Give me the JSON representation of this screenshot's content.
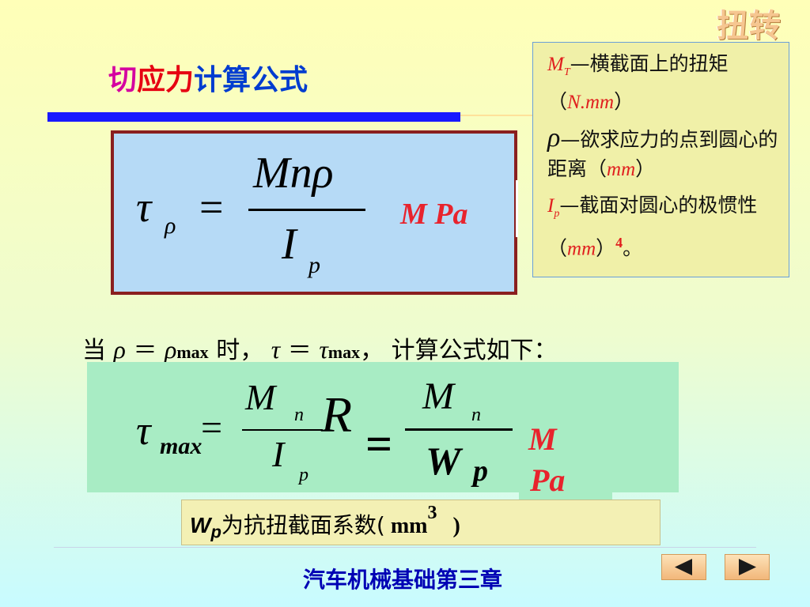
{
  "corner_title": "扭转",
  "heading": {
    "part1": "切",
    "part2": "应力",
    "part3": "计算公式"
  },
  "notes": {
    "mt_symbol": "M",
    "mt_sub": "T",
    "mt_text": "—横截面上的扭矩（",
    "mt_unit": "N.mm",
    "mt_close": "）",
    "rho_symbol": "ρ",
    "rho_text": "—欲求应力的点到圆心的距离（",
    "rho_unit": "mm",
    "rho_close": "）",
    "ip_symbol": "I",
    "ip_sub": "p",
    "ip_text": "—截面对圆心的极惯性（",
    "ip_unit": "mm",
    "ip_close": "）",
    "ip_exp": "4",
    "ip_end": "。"
  },
  "formula1": {
    "lhs": "τ",
    "lhs_sub": "ρ",
    "equals": "=",
    "num": "Mnρ",
    "den": "I",
    "den_sub": "p",
    "unit": "M Pa"
  },
  "condition": {
    "prefix": "当",
    "rho": "ρ",
    "eq": "＝",
    "rho2": "ρ",
    "sub_max": "max",
    "mid": "时，",
    "tau": "τ",
    "tau2": "τ",
    "suffix": "计算公式如下："
  },
  "formula2": {
    "lhs": "τ",
    "lhs_sub": "max",
    "equals": "=",
    "frac1_num": "M",
    "frac1_num_sub": "n",
    "frac1_den": "I",
    "frac1_den_sub": "p",
    "r": "R",
    "equals2": "=",
    "frac2_num": "M",
    "frac2_num_sub": "n",
    "frac2_den": "W",
    "frac2_den_sub": "p",
    "unit_line1": "M",
    "unit_line2": "Pa"
  },
  "wp_note": {
    "w": "W",
    "p": "p",
    "text": "为抗扭截面系数(",
    "mm": " mm",
    "exp": "3",
    "close": ")"
  },
  "footer": "汽车机械基础第三章",
  "colors": {
    "heading_blue": "#003cd0",
    "accent_red": "#e8232d",
    "footer_blue": "#0000b4"
  }
}
